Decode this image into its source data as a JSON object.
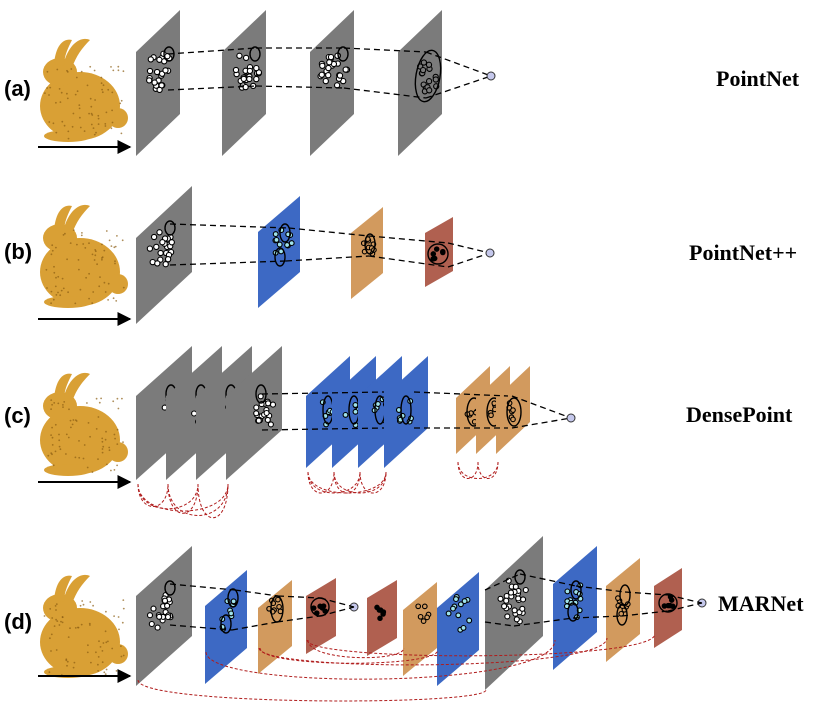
{
  "colors": {
    "gray": "#7b7b7b",
    "blue": "#3d69c4",
    "tan": "#d29a5e",
    "brown": "#b06050",
    "bunny": "#d9a035",
    "output_node": "#c5c8ec",
    "skip": "#b01c1c",
    "point_cyan": "#9fe3ec"
  },
  "rows": [
    {
      "label": "(a)",
      "name": "PointNet"
    },
    {
      "label": "(b)",
      "name": "PointNet++"
    },
    {
      "label": "(c)",
      "name": "DensePoint"
    },
    {
      "label": "(d)",
      "name": "MARNet"
    }
  ]
}
